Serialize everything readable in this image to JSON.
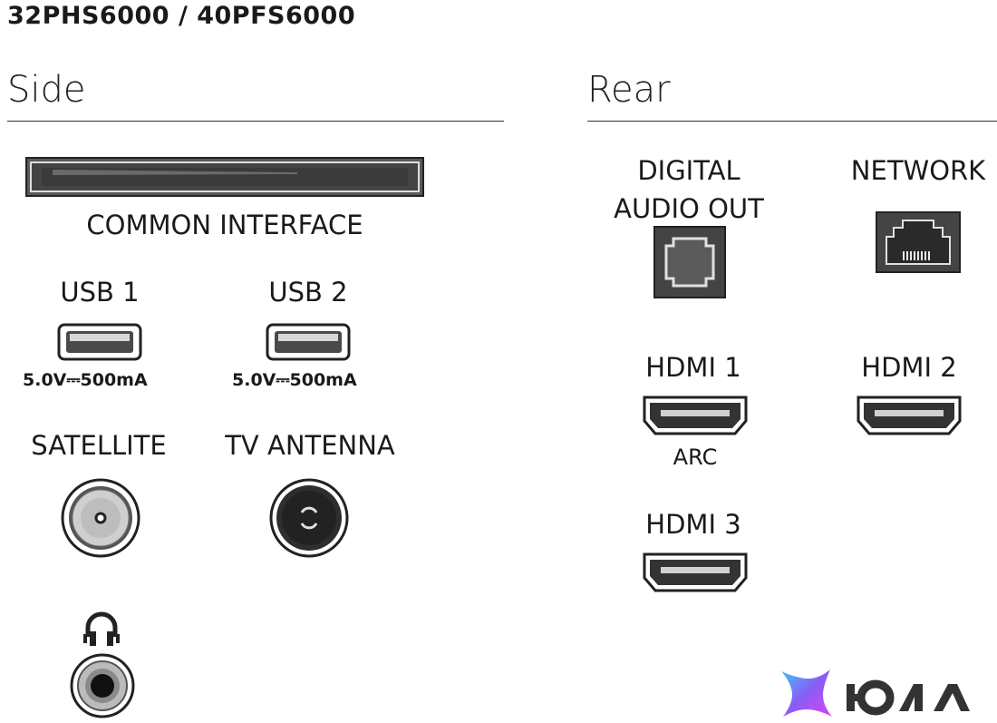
{
  "model": "32PHS6000 / 40PFS6000",
  "side": {
    "title": "Side",
    "common_interface": "COMMON INTERFACE",
    "usb1": {
      "label": "USB 1",
      "spec": "5.0V⎓500mA"
    },
    "usb2": {
      "label": "USB 2",
      "spec": "5.0V⎓500mA"
    },
    "satellite": "SATELLITE",
    "tv_antenna": "TV ANTENNA"
  },
  "rear": {
    "title": "Rear",
    "digital_audio_out_line1": "DIGITAL",
    "digital_audio_out_line2": "AUDIO OUT",
    "network": "NETWORK",
    "hdmi1": "HDMI 1",
    "hdmi1_sub": "ARC",
    "hdmi2": "HDMI 2",
    "hdmi3": "HDMI 3"
  },
  "logo": {
    "text": "ЮЛА"
  },
  "icons": [
    "common-interface-slot-icon",
    "usb-port-icon",
    "satellite-port-icon",
    "antenna-port-icon",
    "headphone-icon",
    "headphone-jack-icon",
    "optical-port-icon",
    "ethernet-port-icon",
    "hdmi-port-icon",
    "yula-logo-icon"
  ]
}
